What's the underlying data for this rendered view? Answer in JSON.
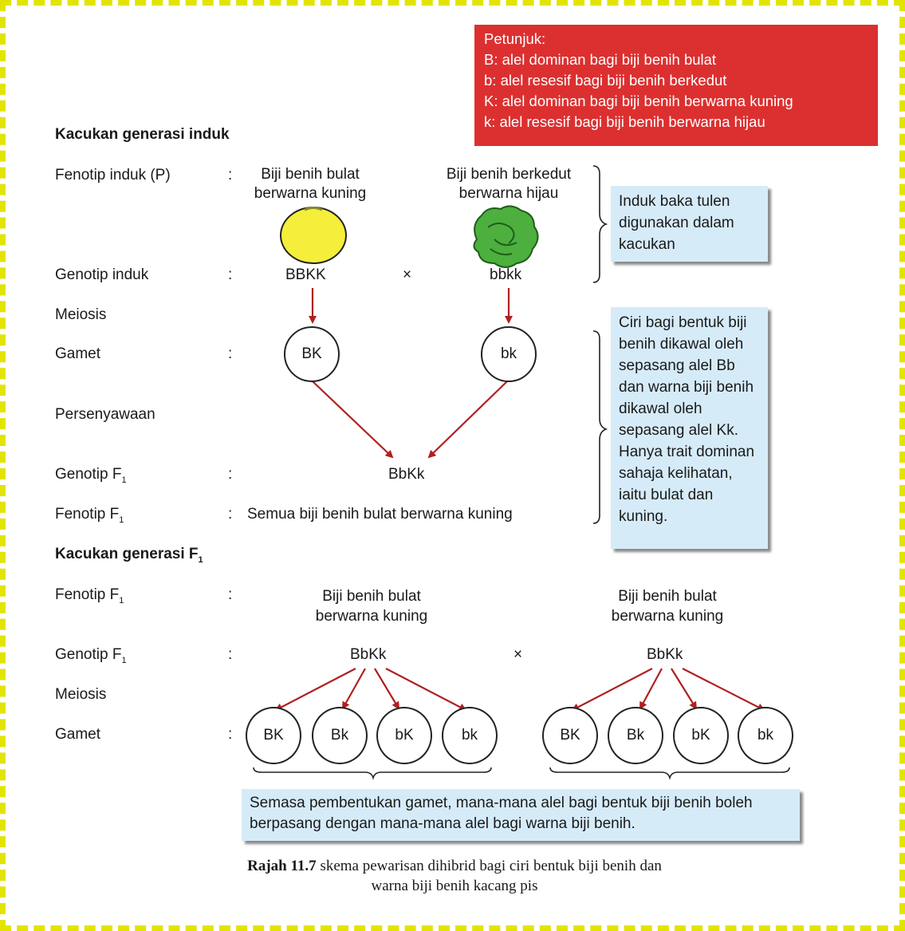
{
  "legend": {
    "title": "Petunjuk:",
    "lines": [
      "B: alel dominan bagi biji benih bulat",
      "b: alel resesif bagi biji benih berkedut",
      "K: alel dominan bagi biji benih berwarna kuning",
      "k: alel resesif bagi biji benih berwarna hijau"
    ]
  },
  "parental": {
    "heading": "Kacukan generasi induk",
    "labels": {
      "fenotip": "Fenotip induk (P)",
      "genotip": "Genotip induk",
      "meiosis": "Meiosis",
      "gamet": "Gamet",
      "persenyawaan": "Persenyawaan",
      "genotip_f1": "Genotip F",
      "fenotip_f1": "Fenotip F",
      "subscript": "1"
    },
    "left_phenotype": [
      "Biji benih bulat",
      "berwarna kuning"
    ],
    "right_phenotype": [
      "Biji benih berkedut",
      "berwarna hijau"
    ],
    "left_genotype": "BBKK",
    "right_genotype": "bbkk",
    "cross": "×",
    "left_gamete": "BK",
    "right_gamete": "bk",
    "f1_genotype": "BbKk",
    "f1_phenotype": "Semua biji benih bulat berwarna kuning"
  },
  "f1_cross": {
    "heading": "Kacukan generasi F",
    "labels": {
      "fenotip": "Fenotip F",
      "genotip": "Genotip F",
      "meiosis": "Meiosis",
      "gamet": "Gamet"
    },
    "left_phenotype": [
      "Biji benih bulat",
      "berwarna kuning"
    ],
    "right_phenotype": [
      "Biji benih bulat",
      "berwarna kuning"
    ],
    "left_genotype": "BbKk",
    "right_genotype": "BbKk",
    "cross": "×",
    "left_gametes": [
      "BK",
      "Bk",
      "bK",
      "bk"
    ],
    "right_gametes": [
      "BK",
      "Bk",
      "bK",
      "bk"
    ]
  },
  "colon": ":",
  "notes": {
    "pure_breed": "Induk baka tulen digunakan dalam kacukan",
    "traits": "Ciri bagi bentuk biji benih dikawal oleh sepasang alel Bb dan warna biji benih dikawal oleh sepasang alel Kk. Hanya trait dominan sahaja kelihatan, iaitu bulat dan kuning.",
    "gamete_formation": "Semasa pembentukan gamet, mana-mana alel bagi bentuk biji benih boleh berpasang dengan mana-mana alel bagi warna biji benih."
  },
  "caption": {
    "label": "Rajah 11.7",
    "line1": "Rajah skema pewarisan dihibrid bagi ciri bentuk biji benih dan",
    "line2": "warna biji benih kacang pis"
  },
  "colors": {
    "frame": "#e2e400",
    "legend_bg": "#dc3030",
    "note_bg": "#d6ebf8",
    "arrow": "#b02020",
    "seed_round": "#f5ee3a",
    "seed_wrinkled": "#4caf3e"
  }
}
